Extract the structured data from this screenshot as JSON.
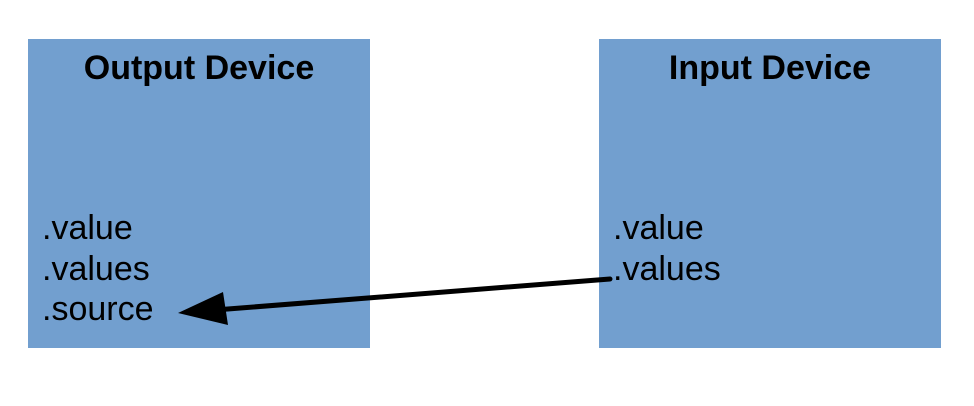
{
  "colors": {
    "box_fill": "#729fcf",
    "text": "#000000",
    "arrow": "#000000",
    "background": "#ffffff"
  },
  "output_device": {
    "title": "Output Device",
    "attributes": [
      ".value",
      ".values",
      ".source"
    ]
  },
  "input_device": {
    "title": "Input Device",
    "attributes": [
      ".value",
      ".values"
    ]
  },
  "connection": {
    "from": "input_device.values",
    "to": "output_device.source"
  }
}
